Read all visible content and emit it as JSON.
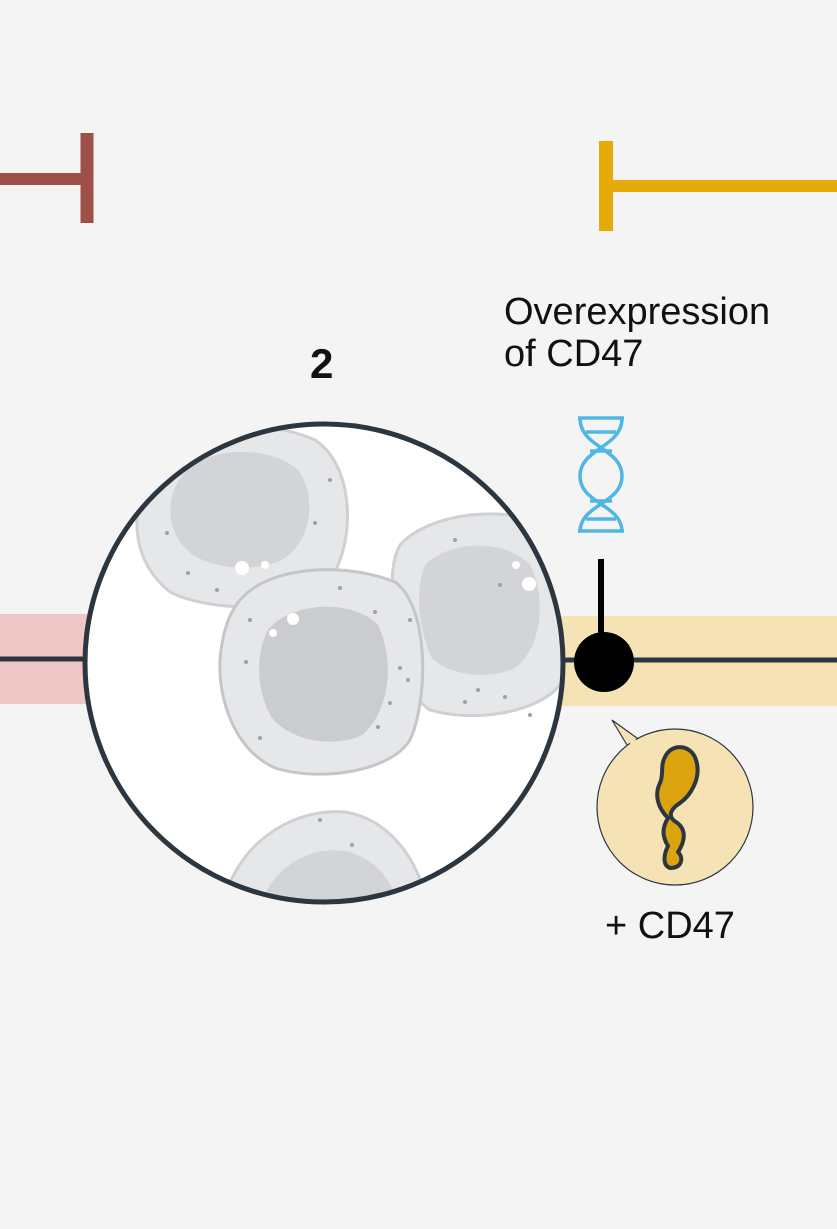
{
  "step": {
    "number": "2"
  },
  "annotation": {
    "line1": "Overexpression",
    "line2": "of CD47"
  },
  "marker_label": "+ CD47",
  "colors": {
    "background": "#f4f4f4",
    "left_band": "#f0c7c7",
    "right_band": "#f6e3b5",
    "left_inhibitor": "#9e4f48",
    "right_inhibitor": "#e6ab08",
    "dna": "#4fb6e6",
    "axis_line": "#2c3640",
    "protein": "#dba40f",
    "cell_fill": "#e3e4e6",
    "nucleus_fill": "#c9cacd"
  },
  "icons": [
    "dna-icon",
    "cd47-protein-icon",
    "cell-icon"
  ]
}
